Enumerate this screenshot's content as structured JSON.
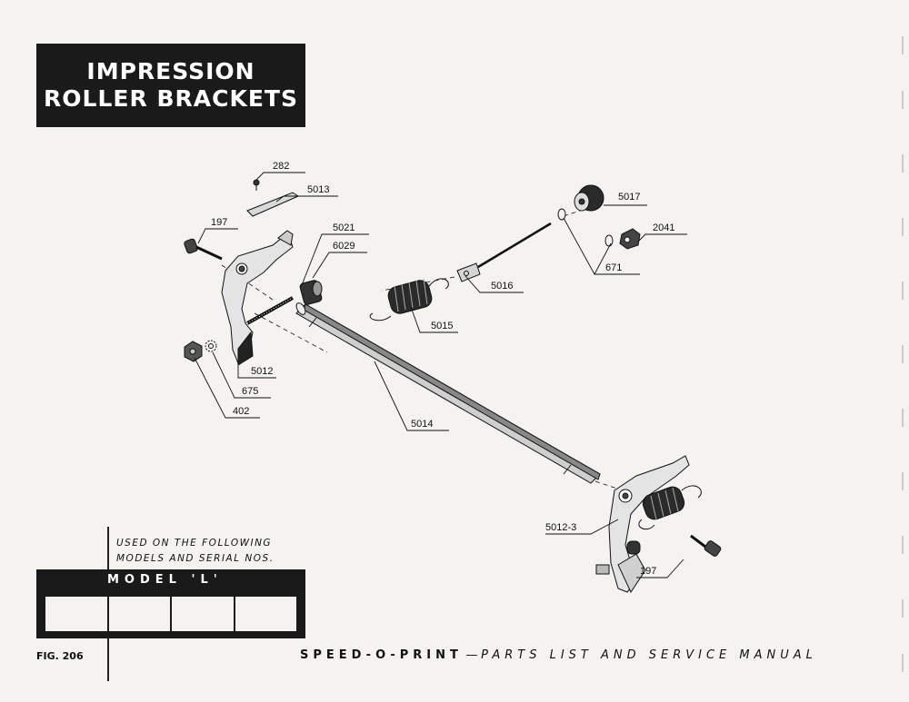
{
  "title": {
    "line1": "IMPRESSION",
    "line2": "ROLLER BRACKETS"
  },
  "callouts": [
    "282",
    "5013",
    "197",
    "5021",
    "6029",
    "5017",
    "2041",
    "671",
    "5016",
    "5015",
    "5012",
    "675",
    "402",
    "5014",
    "5012-3",
    "197"
  ],
  "used_on": {
    "line1": "USED ON THE FOLLOWING",
    "line2": "MODELS AND SERIAL NOS."
  },
  "model": {
    "label": "MODEL 'L'"
  },
  "figure": "FIG. 206",
  "footer": {
    "brand": "SPEED-O-PRINT",
    "separator": "—",
    "subtitle": "PARTS LIST AND SERVICE MANUAL"
  }
}
